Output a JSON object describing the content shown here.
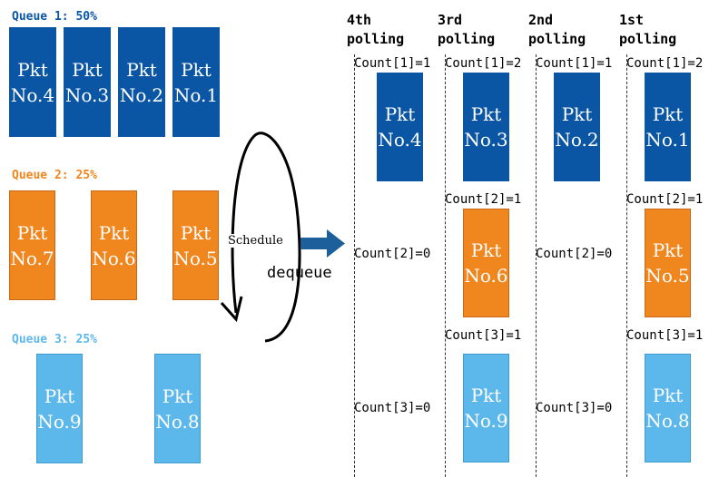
{
  "colors": {
    "queue1": "#0a56a5",
    "queue2": "#f0861e",
    "queue3": "#5cb8ea",
    "pkt_text": "#ffffff"
  },
  "queues": {
    "q1": {
      "label": "Queue 1: 50%"
    },
    "q2": {
      "label": "Queue 2: 25%"
    },
    "q3": {
      "label": "Queue 3: 25%"
    }
  },
  "packets": {
    "q1_p4": {
      "line1": "Pkt",
      "line2": "No.4"
    },
    "q1_p3": {
      "line1": "Pkt",
      "line2": "No.3"
    },
    "q1_p2": {
      "line1": "Pkt",
      "line2": "No.2"
    },
    "q1_p1": {
      "line1": "Pkt",
      "line2": "No.1"
    },
    "q2_p7": {
      "line1": "Pkt",
      "line2": "No.7"
    },
    "q2_p6": {
      "line1": "Pkt",
      "line2": "No.6"
    },
    "q2_p5": {
      "line1": "Pkt",
      "line2": "No.5"
    },
    "q3_p9": {
      "line1": "Pkt",
      "line2": "No.9"
    },
    "q3_p8": {
      "line1": "Pkt",
      "line2": "No.8"
    }
  },
  "scheduler": {
    "label": "Schedule",
    "action": "dequeue"
  },
  "pollings": {
    "p4": {
      "line1": "4th",
      "line2": "polling",
      "count1": "Count[1]=1",
      "count2": "Count[2]=0",
      "count3": "Count[3]=0",
      "pkt_a": {
        "line1": "Pkt",
        "line2": "No.4"
      }
    },
    "p3": {
      "line1": "3rd",
      "line2": "polling",
      "count1": "Count[1]=2",
      "count2": "Count[2]=1",
      "count3": "Count[3]=1",
      "pkt_a": {
        "line1": "Pkt",
        "line2": "No.3"
      },
      "pkt_b": {
        "line1": "Pkt",
        "line2": "No.6"
      },
      "pkt_c": {
        "line1": "Pkt",
        "line2": "No.9"
      }
    },
    "p2": {
      "line1": "2nd",
      "line2": "polling",
      "count1": "Count[1]=1",
      "count2": "Count[2]=0",
      "count3": "Count[3]=0",
      "pkt_a": {
        "line1": "Pkt",
        "line2": "No.2"
      }
    },
    "p1": {
      "line1": "1st",
      "line2": "polling",
      "count1": "Count[1]=2",
      "count2": "Count[2]=1",
      "count3": "Count[3]=1",
      "pkt_a": {
        "line1": "Pkt",
        "line2": "No.1"
      },
      "pkt_b": {
        "line1": "Pkt",
        "line2": "No.5"
      },
      "pkt_c": {
        "line1": "Pkt",
        "line2": "No.8"
      }
    }
  }
}
